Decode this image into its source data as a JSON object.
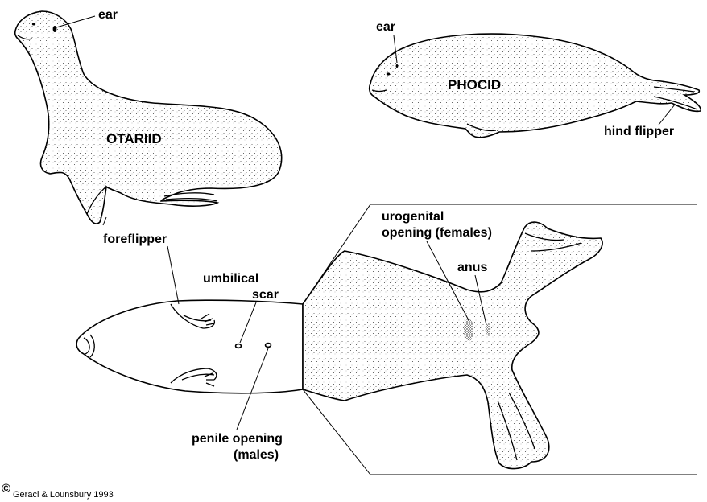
{
  "labels": {
    "otariid_ear": "ear",
    "otariid_title": "OTARIID",
    "phocid_ear": "ear",
    "phocid_title": "PHOCID",
    "hind_flipper": "hind flipper",
    "foreflipper": "foreflipper",
    "umbilical_line1": "umbilical",
    "umbilical_line2": "scar",
    "urogenital_line1": "urogenital",
    "urogenital_line2": "opening (females)",
    "anus": "anus",
    "penile_line1": "penile opening",
    "penile_line2": "(males)"
  },
  "footer": {
    "copyright_symbol": "©",
    "credit": "Geraci & Lounsbury 1993"
  }
}
